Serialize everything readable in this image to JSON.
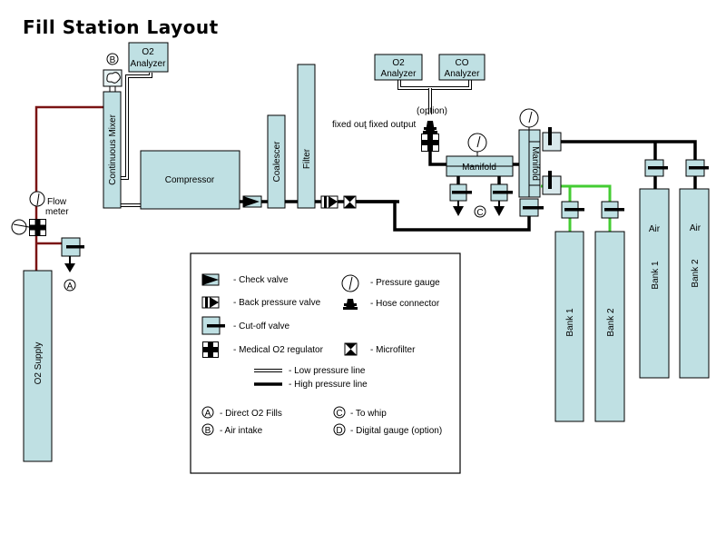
{
  "title": "Fill Station Layout",
  "components": {
    "continuous_mixer": "Continuous Mixer",
    "o2_analyzer_left_line1": "O2",
    "o2_analyzer_left_line2": "Analyzer",
    "compressor": "Compressor",
    "coalescer": "Coalescer",
    "filter": "Filter",
    "o2_analyzer_right_line1": "O2",
    "o2_analyzer_right_line2": "Analyzer",
    "co_analyzer_line1": "CO",
    "co_analyzer_line2": "Analyzer",
    "option_label": "(option)",
    "fixed_output_label": "fixed ouţ fixed output",
    "manifold_horizontal": "Manifold",
    "manifold_vertical": "Manifold",
    "flow_meter_line1": "Flow",
    "flow_meter_line2": "meter",
    "o2_supply": "O2 Supply",
    "nitrox_bank_1": "Bank 1",
    "nitrox_bank_2": "Bank 2",
    "air_bank_1_top": "Air",
    "air_bank_1": "Bank 1",
    "air_bank_2_top": "Air",
    "air_bank_2": "Bank 2",
    "marker_a": "A",
    "marker_b": "B",
    "marker_c": "C"
  },
  "legend": {
    "check_valve": "- Check valve",
    "back_pressure_valve": "- Back pressure valve",
    "cutoff_valve": "- Cut-off valve",
    "medical_o2_regulator": "- Medical O2 regulator",
    "pressure_gauge": "- Pressure gauge",
    "hose_connector": "- Hose connector",
    "microfilter": "- Microfilter",
    "low_pressure_line": "- Low pressure line",
    "high_pressure_line": "- High pressure line",
    "marker_a_desc": "- Direct O2 Fills",
    "marker_b_desc": "- Air intake",
    "marker_c_desc": "- To whip",
    "marker_d_desc": "- Digital gauge (option)",
    "marker_a": "A",
    "marker_b": "B",
    "marker_c": "C",
    "marker_d": "D"
  },
  "colors": {
    "component_fill": "#bfe0e3",
    "o2_line": "#7a1414",
    "nitrox_line": "#44cc33",
    "high_pressure_line": "#000000"
  }
}
